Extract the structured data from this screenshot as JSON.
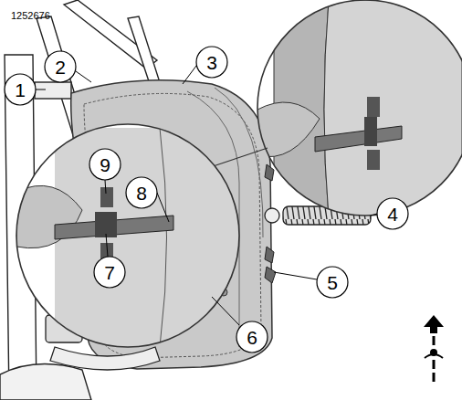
{
  "diagram": {
    "labels": [
      "1252676",
      "1",
      "2",
      "3",
      "4",
      "5",
      "6",
      "7",
      "8",
      "9"
    ]
  }
}
